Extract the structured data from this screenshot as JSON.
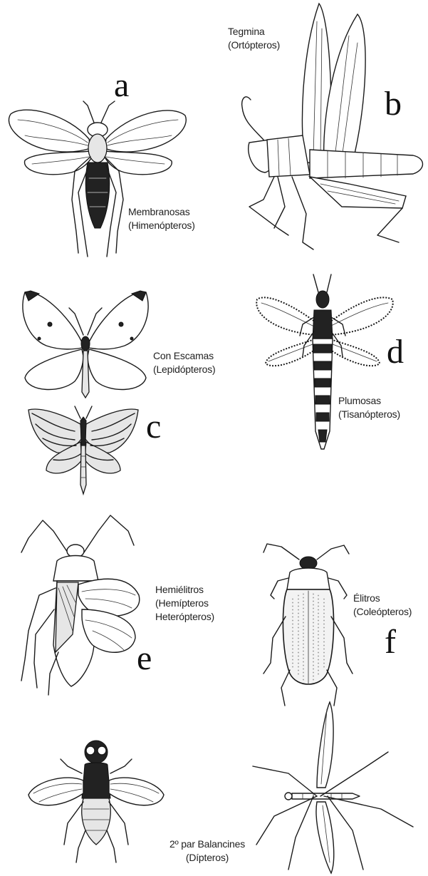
{
  "panels": {
    "a": {
      "letter": "a",
      "caption_line1": "Membranosas",
      "caption_line2": "(Himenópteros)"
    },
    "b": {
      "letter": "b",
      "caption_line1": "Tegmina",
      "caption_line2": "(Ortópteros)"
    },
    "c": {
      "letter": "c",
      "caption_line1": "Con Escamas",
      "caption_line2": "(Lepidópteros)"
    },
    "d": {
      "letter": "d",
      "caption_line1": "Plumosas",
      "caption_line2": "(Tisanópteros)"
    },
    "e": {
      "letter": "e",
      "caption_line1": "Hemiélitros",
      "caption_line2": "(Hemípteros",
      "caption_line3": "Heterópteros)"
    },
    "f": {
      "letter": "f",
      "caption_line1": "Élitros",
      "caption_line2": "(Coleópteros)"
    },
    "g": {
      "caption_line1": "2º par Balancines",
      "caption_line2": "(Dípteros)"
    }
  }
}
